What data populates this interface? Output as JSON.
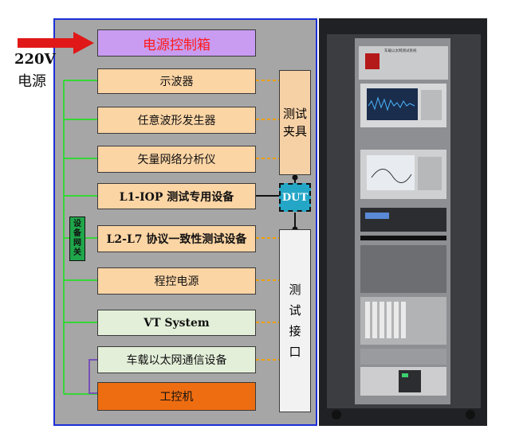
{
  "power_input": {
    "voltage": "220V",
    "label": "电源"
  },
  "control_box": "电源控制箱",
  "devices": [
    {
      "id": "oscilloscope",
      "label": "示波器"
    },
    {
      "id": "awg",
      "label": "任意波形发生器"
    },
    {
      "id": "vna",
      "label": "矢量网络分析仪"
    },
    {
      "id": "l1-iop",
      "label": "L1-IOP 测试专用设备"
    },
    {
      "id": "l2-l7",
      "label": "L2-L7 协议一致性测试设备"
    },
    {
      "id": "program-power",
      "label": "程控电源"
    },
    {
      "id": "vt-system",
      "label": "VT System"
    },
    {
      "id": "vehicle-ethernet",
      "label": "车载以太网通信设备"
    },
    {
      "id": "ipc",
      "label": "工控机"
    }
  ],
  "test_fixture": "测试夹具",
  "dut": "DUT",
  "device_gateway": "设备网关",
  "test_interface": "测试接口",
  "photo_caption": "车载以太网测试系统",
  "colors": {
    "frame_border": "#1c2fd6",
    "panel_bg": "#a6a6a6",
    "device_box": "#fcd5a5",
    "vt_box": "#e3efd9",
    "control_box": "#c99cf2",
    "control_text": "#ff1a1a",
    "ipc_box": "#ee6d11",
    "dut_box": "#24a6c6",
    "gateway_box": "#1fa64a",
    "green_line": "#36d636",
    "orange_line": "#f2a000",
    "arrow": "#e01818"
  }
}
